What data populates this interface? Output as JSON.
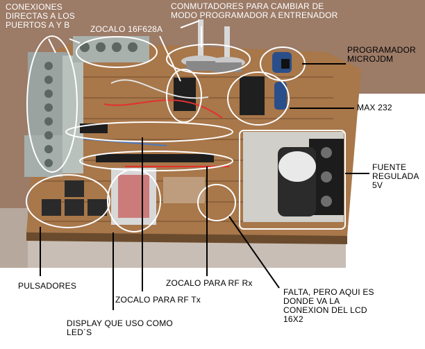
{
  "labels": {
    "conexiones": [
      "CONEXIONES",
      "DIRECTAS A LOS",
      "PUERTOS A Y B"
    ],
    "conmutadores": [
      "CONMUTADORES  PARA CAMBIAR DE",
      "MODO PROGRAMADOR A ENTRENADOR"
    ],
    "zocalo_16f628a": "ZOCALO 16F628A",
    "programador": [
      "PROGRAMADOR",
      "MICROJDM"
    ],
    "max232": "MAX 232",
    "fuente": [
      "FUENTE",
      "REGULADA",
      "5V"
    ],
    "pulsadores": "PULSADORES",
    "zocalo_rf_rx": "ZOCALO PARA RF Rx",
    "zocalo_rf_tx": "ZOCALO PARA RF  Tx",
    "display": [
      "DISPLAY QUE USO COMO",
      "LED´S"
    ],
    "falta_lcd": [
      "FALTA, PERO AQUI ES",
      "DONDE VA LA",
      "CONEXION DEL LCD",
      "16X2"
    ]
  },
  "colors": {
    "label_text_dark": "#000000",
    "label_text_light": "#ffffff",
    "annotation_white": "#ffffff",
    "annotation_black": "#000000",
    "wall_background": "#9c7b67",
    "board_color": "#a8774a",
    "component_dark": "#222222"
  }
}
